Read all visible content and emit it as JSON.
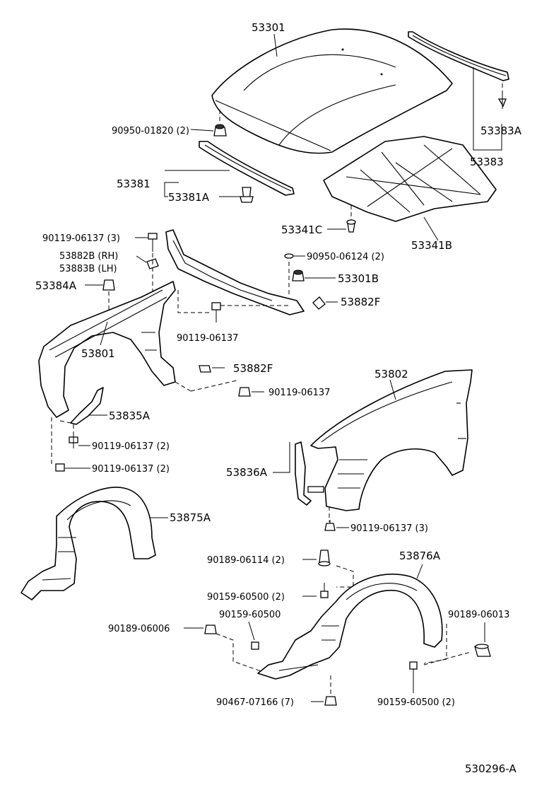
{
  "diagram_id": "530296-A",
  "labels": {
    "p53301": "53301",
    "p90950_01820": "90950-01820 (2)",
    "p53381": "53381",
    "p53381A": "53381A",
    "p53383A": "53383A",
    "p53383": "53383",
    "p53341C": "53341C",
    "p53341B": "53341B",
    "p90119_06137_3": "90119-06137 (3)",
    "p53882B": "53882B (RH)",
    "p53883B": "53883B (LH)",
    "p90950_06124": "90950-06124 (2)",
    "p53384A": "53384A",
    "p53301B": "53301B",
    "p53882F_a": "53882F",
    "p90119_06137_a": "90119-06137",
    "p53801": "53801",
    "p53882F_b": "53882F",
    "p90119_06137_b": "90119-06137",
    "p53802": "53802",
    "p53835A": "53835A",
    "p90119_06137_2a": "90119-06137 (2)",
    "p90119_06137_2b": "90119-06137 (2)",
    "p53836A": "53836A",
    "p53875A": "53875A",
    "p90119_06137_3b": "90119-06137 (3)",
    "p90189_06114": "90189-06114 (2)",
    "p53876A": "53876A",
    "p90159_60500_2a": "90159-60500 (2)",
    "p90159_60500": "90159-60500",
    "p90189_06013": "90189-06013",
    "p90189_06006": "90189-06006",
    "p90467_07166": "90467-07166 (7)",
    "p90159_60500_2b": "90159-60500 (2)"
  }
}
